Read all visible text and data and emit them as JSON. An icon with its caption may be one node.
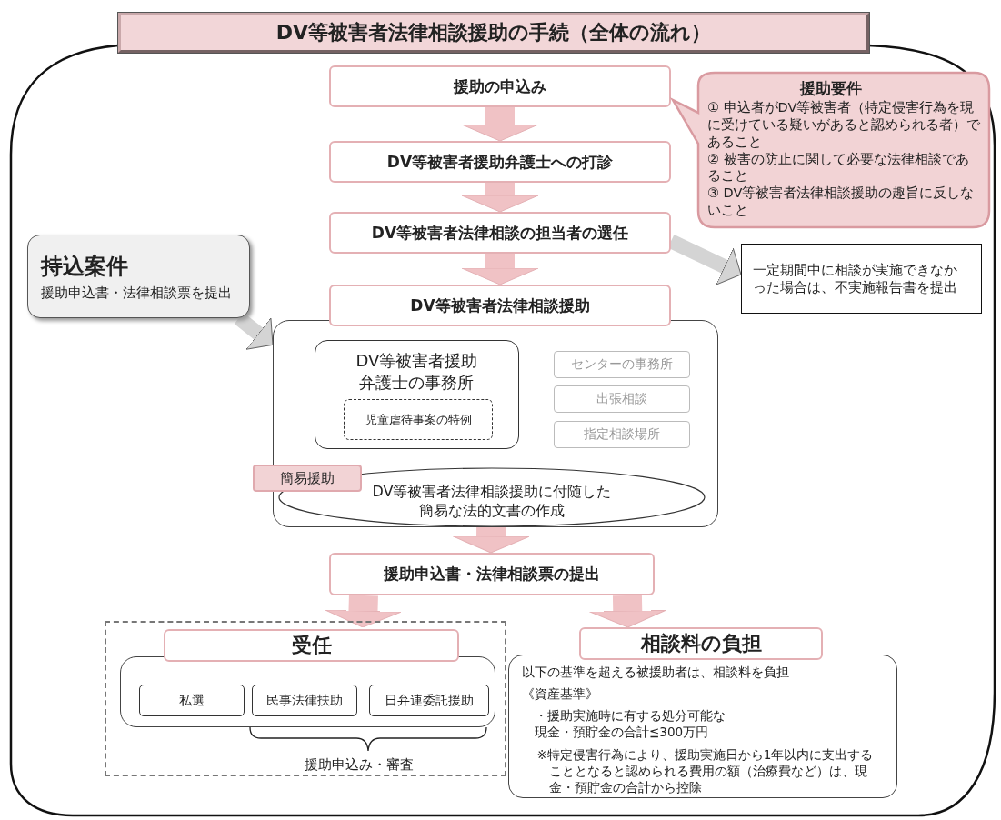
{
  "diagram": {
    "title": "DV等被害者法律相談援助の手続（全体の流れ）",
    "nodes": [
      {
        "text": [
          "援助の申込み"
        ]
      },
      {
        "text": [
          "援助要件",
          "① 申込者がDV等被害者（特定侵害行為を現に受けている疑いがあると認められる者）であること",
          "② 被害の防止に関して必要な法律相談であること",
          "③ DV等被害者法律相談援助の趣旨に反しないこと"
        ]
      },
      {
        "text": [
          "DV等被害者援助弁護士への打診"
        ]
      },
      {
        "text": [
          "DV等被害者法律相談の担当者の選任"
        ]
      },
      {
        "text": [
          "持込案件",
          "援助申込書・法律相談票を提出"
        ]
      },
      {
        "text": [
          "一定期間中に相談が実施できなかった場合は、不実施報告書を提出"
        ]
      },
      {
        "text": [
          "DV等被害者法律相談援助"
        ]
      },
      {
        "text": [],
        "shape": "box"
      },
      {
        "text": [
          "DV等被害者援助弁護士の事務所"
        ],
        "in": 7
      },
      {
        "text": [
          "児童虐待事案の特例"
        ],
        "in": 8
      },
      {
        "text": [
          "センターの事務所"
        ],
        "in": 7
      },
      {
        "text": [
          "出張相談"
        ],
        "in": 7
      },
      {
        "text": [
          "指定相談場所"
        ],
        "in": 7
      },
      {
        "text": [
          "DV等被害者法律相談援助に付随した簡易な法的文書の作成"
        ],
        "in": 7
      },
      {
        "text": [
          "簡易援助"
        ]
      },
      {
        "text": [
          "援助申込書・法律相談票の提出"
        ]
      },
      {
        "text": [],
        "shape": "box"
      },
      {
        "text": [
          "受任"
        ],
        "in": 16
      },
      {
        "text": [],
        "shape": "box",
        "in": 16
      },
      {
        "text": [
          "私選"
        ],
        "in": 18
      },
      {
        "text": [
          "民事法律扶助"
        ],
        "in": 18
      },
      {
        "text": [
          "日弁連委託援助"
        ],
        "in": 18
      },
      {
        "text": [
          "相談料の負担"
        ]
      },
      {
        "text": [
          "以下の基準を超える被援助者は、相談料を負担",
          "《資産基準》",
          "・援助実施時に有する処分可能な現金・預貯金の合計≦300万円",
          "※特定侵害行為により、援助実施日から1年以内に支出することとなると認められる費用の額（治療費など）は、現金・預貯金の合計から控除"
        ]
      }
    ],
    "edges": [
      {
        "from": 0,
        "to": 2,
        "arrow": "to"
      },
      {
        "from": 2,
        "to": 3,
        "arrow": "to"
      },
      {
        "from": 3,
        "to": 6,
        "arrow": "to"
      },
      {
        "from": 3,
        "to": 5,
        "arrow": "to",
        "color": "#d4d4d4"
      },
      {
        "from": 4,
        "to": 7,
        "arrow": "to",
        "color": "#d4d4d4"
      },
      {
        "from": 7,
        "to": 15,
        "arrow": "to"
      },
      {
        "from": 15,
        "to": 17,
        "arrow": "to"
      },
      {
        "from": 15,
        "to": 22,
        "arrow": "to"
      }
    ],
    "labels": [
      "援助申込み・審査"
    ]
  }
}
